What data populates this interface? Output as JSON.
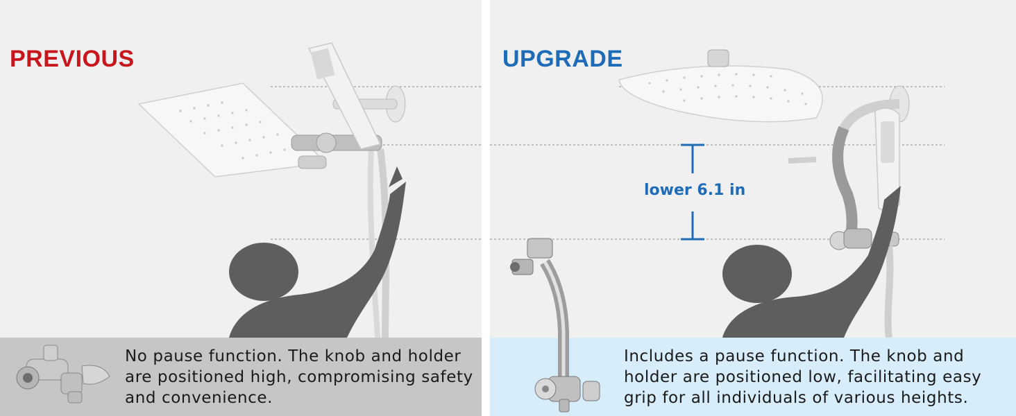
{
  "left_panel": {
    "title": "PREVIOUS",
    "caption": "No pause function. The knob and holder are positioned high, compromising safety and convenience."
  },
  "right_panel": {
    "title": "UPGRADE",
    "measure_label": "lower 6.1 in",
    "caption": "Includes a pause function. The knob and holder are positioned low, facilitating easy grip for all individuals of various heights."
  },
  "colors": {
    "previous_title": "#c8161d",
    "upgrade_title": "#1e6bb8",
    "previous_caption_bg": "#c6c6c6",
    "upgrade_caption_bg": "#d8edfa",
    "silhouette": "#5e5e5e"
  }
}
